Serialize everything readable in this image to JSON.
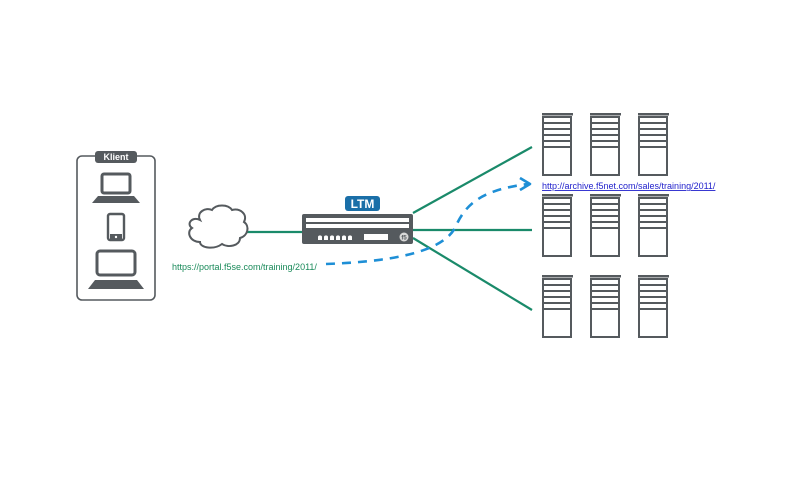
{
  "diagram": {
    "title": "LTM URL rewrite diagram",
    "client_group": {
      "label": "Klient",
      "devices": [
        {
          "name": "laptop-icon"
        },
        {
          "name": "smartphone-icon"
        },
        {
          "name": "desktop-icon"
        }
      ]
    },
    "cloud": {
      "name": "internet-cloud-icon"
    },
    "client_url": "https://portal.f5se.com/training/2011/",
    "ltm": {
      "label": "LTM",
      "port_count": 6
    },
    "server_url": "http://archive.f5net.com/sales/training/2011/",
    "server_pools": [
      {
        "name": "pool-top",
        "server_count": 3
      },
      {
        "name": "pool-middle",
        "server_count": 3
      },
      {
        "name": "pool-bottom",
        "server_count": 3
      }
    ],
    "colors": {
      "device_gray": "#555a5e",
      "connection_green": "#1a8a6a",
      "redirect_blue": "#1e8fd6",
      "ltm_badge_blue": "#1a6fa8",
      "client_url_green": "#1a8a5a",
      "server_url_blue": "#2222cc"
    }
  }
}
